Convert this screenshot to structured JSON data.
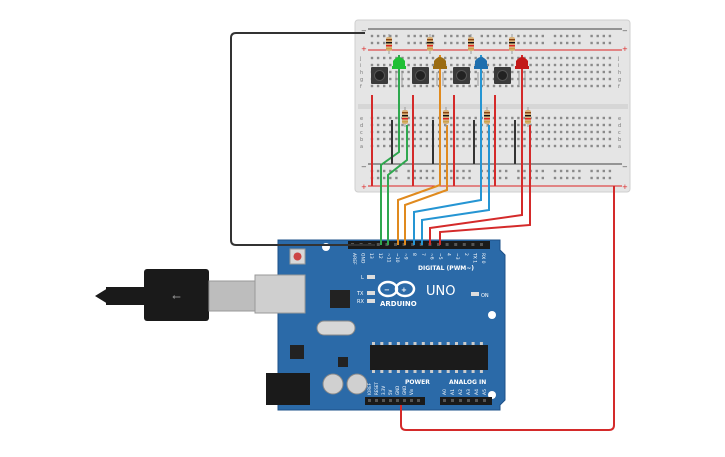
{
  "board": {
    "brand": "ARDUINO",
    "model": "UNO",
    "digital_label": "DIGITAL (PWM~)",
    "power_label": "POWER",
    "analog_label": "ANALOG IN",
    "on_label": "ON",
    "led_l": "L",
    "led_tx": "TX",
    "led_rx": "RX",
    "top_pins": [
      "AREF",
      "GND",
      "13",
      "12",
      "~11",
      "~10",
      "~9",
      "8",
      "7",
      "~6",
      "~5",
      "4",
      "~3",
      "2",
      "TX 1",
      "RX 0"
    ],
    "power_pins": [
      "IOREF",
      "RESET",
      "3.3V",
      "5V",
      "GND",
      "GND",
      "Vin"
    ],
    "analog_pins": [
      "A0",
      "A1",
      "A2",
      "A3",
      "A4",
      "A5"
    ]
  },
  "breadboard": {
    "plus": "+",
    "minus": "−",
    "row_letters_top": [
      "j",
      "i",
      "h",
      "g",
      "f"
    ],
    "row_letters_bottom": [
      "e",
      "d",
      "c",
      "b",
      "a"
    ]
  },
  "components": {
    "led_colors": [
      "#1fbf35",
      "#9b6c12",
      "#1f6fae",
      "#c21818"
    ],
    "wire_colors": {
      "green": "#2fa84f",
      "orange": "#e08a1e",
      "blue": "#2595d3",
      "red": "#d42a2a",
      "black": "#333333"
    }
  }
}
